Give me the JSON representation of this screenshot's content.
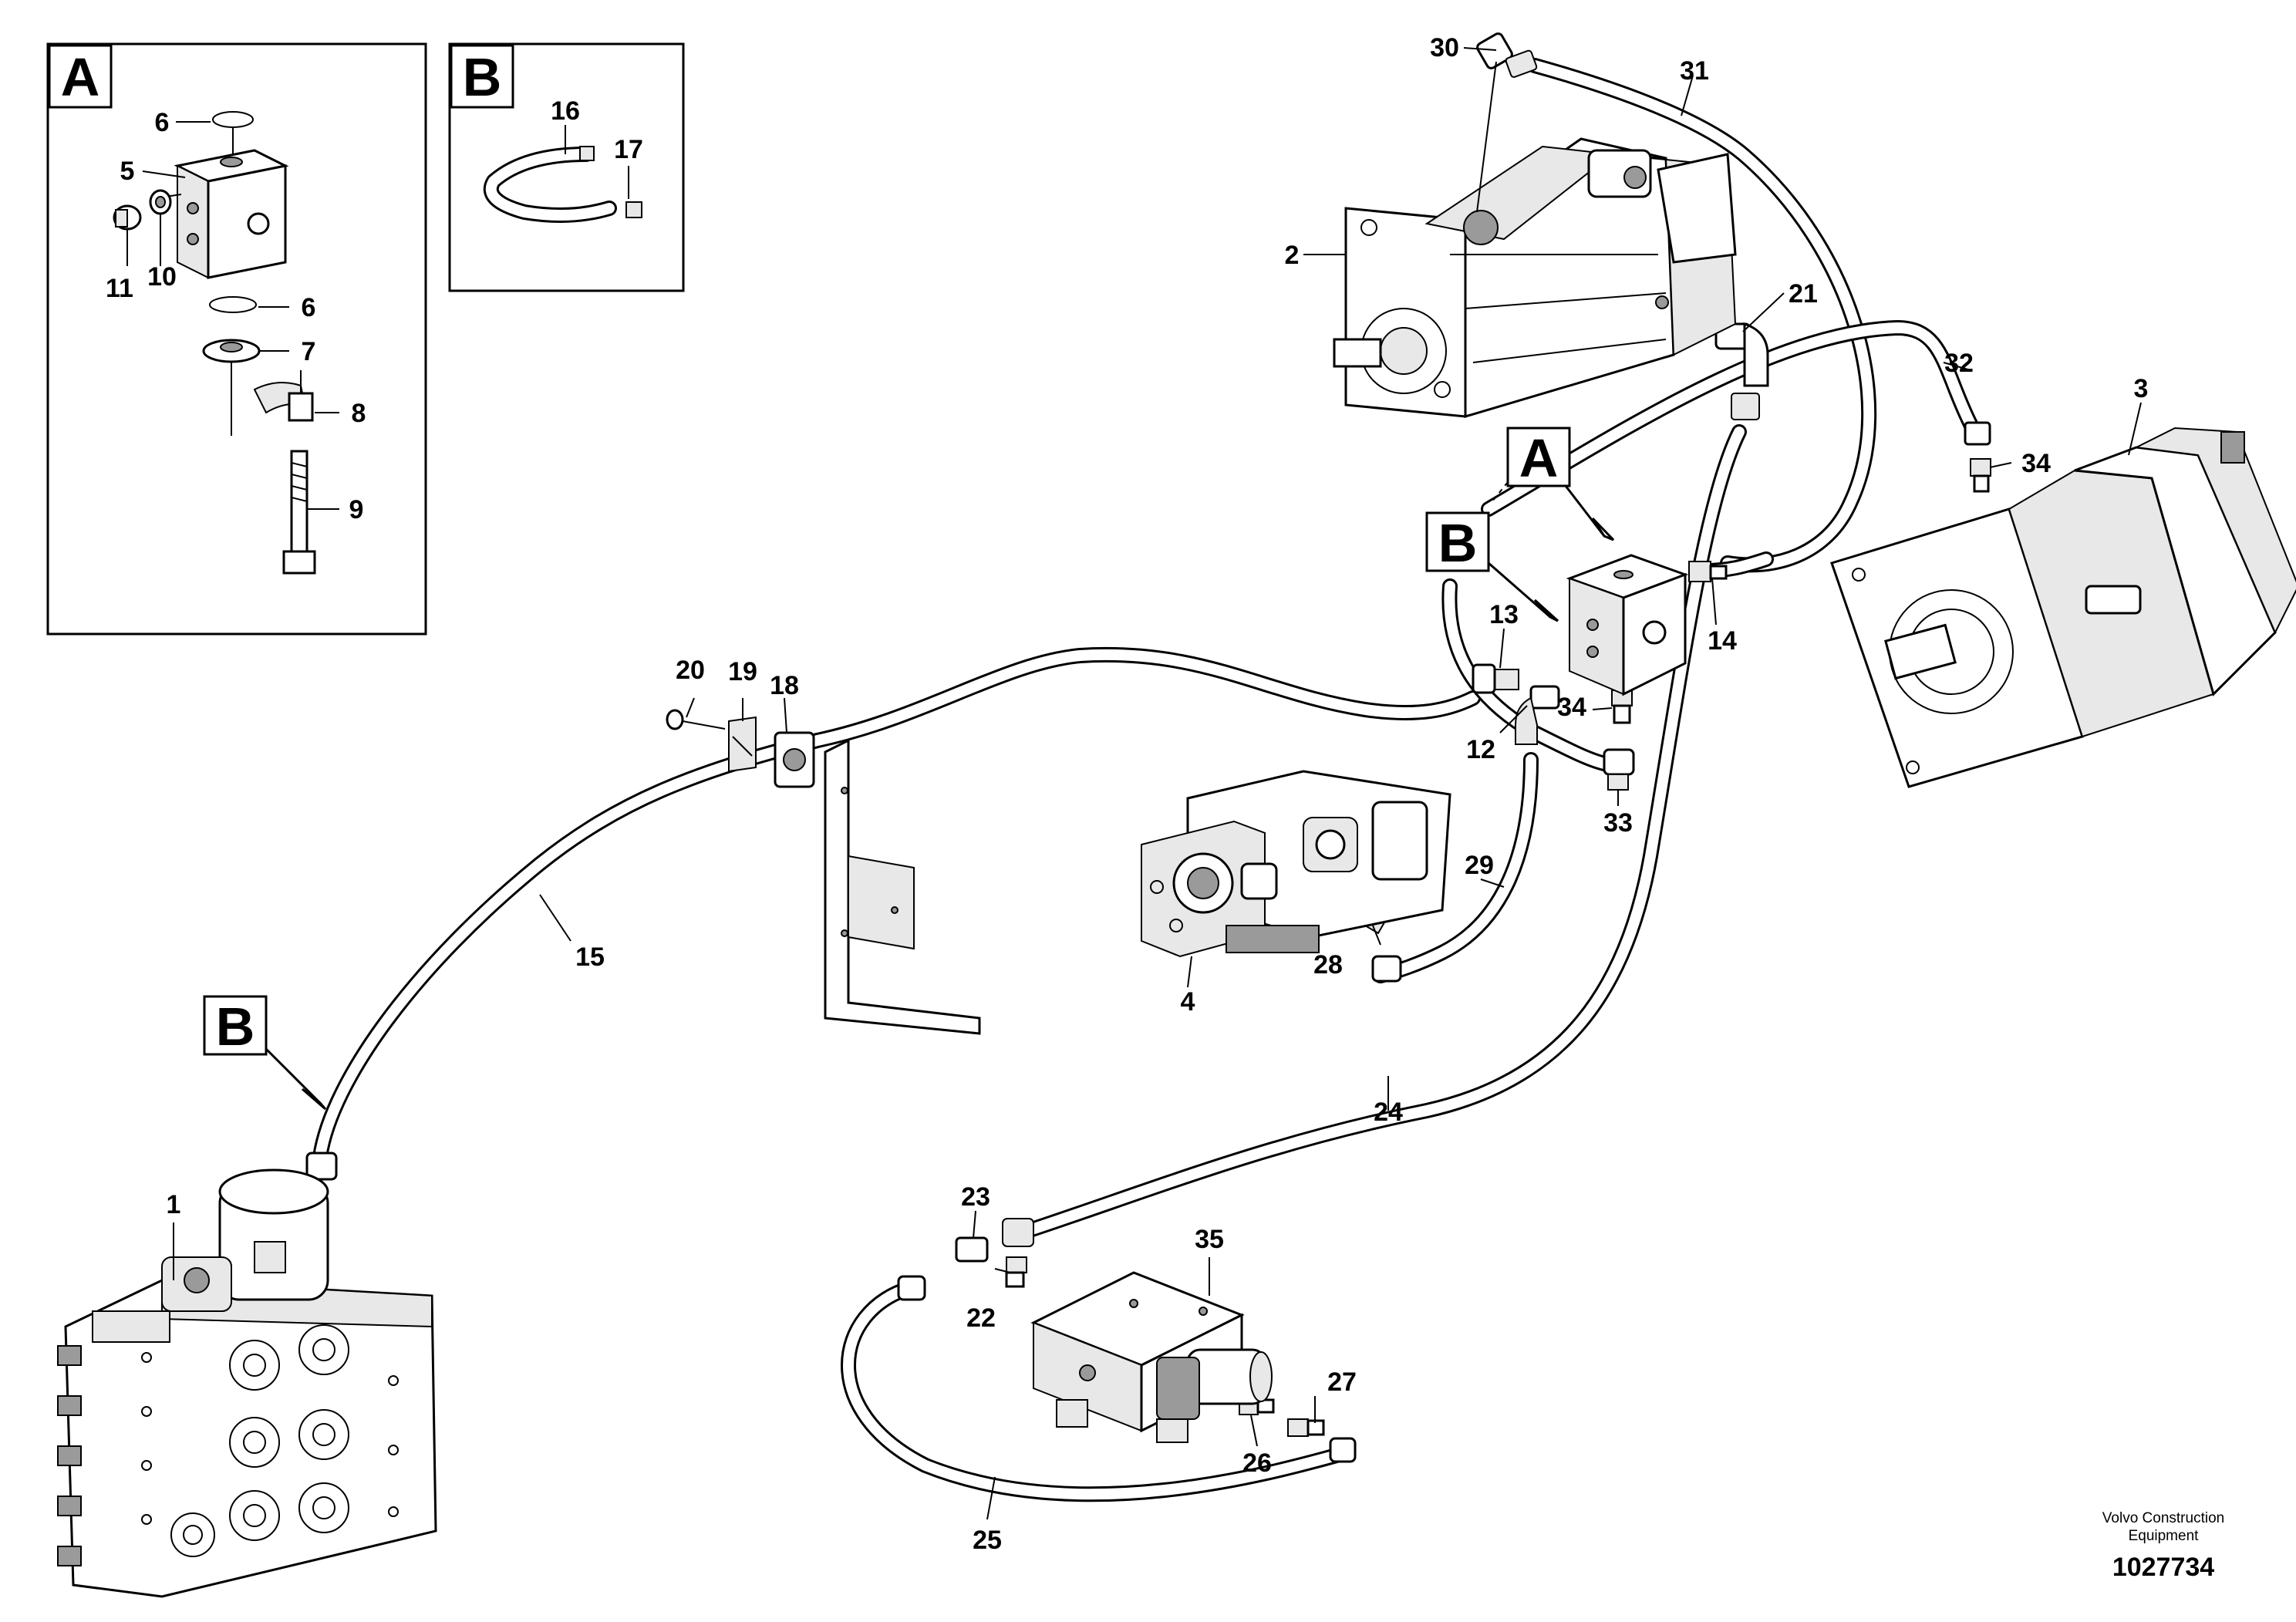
{
  "callouts": {
    "n1": "1",
    "n2": "2",
    "n3": "3",
    "n4": "4",
    "n5": "5",
    "n6a": "6",
    "n6b": "6",
    "n7": "7",
    "n8": "8",
    "n9": "9",
    "n10": "10",
    "n11": "11",
    "n12": "12",
    "n13": "13",
    "n14": "14",
    "n15": "15",
    "n16": "16",
    "n17": "17",
    "n18": "18",
    "n19": "19",
    "n20": "20",
    "n21": "21",
    "n22": "22",
    "n23": "23",
    "n24": "24",
    "n25": "25",
    "n26": "26",
    "n27": "27",
    "n28": "28",
    "n29": "29",
    "n30": "30",
    "n31": "31",
    "n32": "32",
    "n33": "33",
    "n34a": "34",
    "n34b": "34",
    "n35": "35"
  },
  "detail_labels": {
    "inset_a": "A",
    "inset_b": "B",
    "ref_a": "A",
    "ref_b_top": "B",
    "ref_b_left": "B"
  },
  "footer": {
    "company_line1": "Volvo Construction",
    "company_line2": "Equipment",
    "document_number": "1027734"
  }
}
